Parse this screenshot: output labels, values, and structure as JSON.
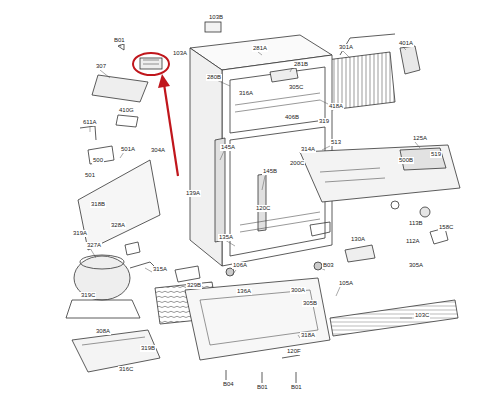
{
  "diagram": {
    "labels": [
      "103B",
      "B01",
      "281A",
      "301A",
      "401A",
      "103A",
      "307",
      "410G",
      "280B",
      "281B",
      "418A",
      "611A",
      "501A",
      "304A",
      "500",
      "501",
      "316A",
      "305C",
      "406B",
      "319",
      "145A",
      "145B",
      "513",
      "125A",
      "500B",
      "519",
      "200C",
      "314A",
      "120C",
      "139A",
      "318B",
      "319A",
      "328A",
      "327A",
      "315A",
      "135A",
      "106A",
      "B03",
      "105A",
      "130A",
      "113B",
      "112A",
      "158C",
      "103C",
      "136A",
      "329B",
      "300A",
      "305B",
      "318A",
      "120F",
      "B04",
      "B01",
      "B01",
      "316C",
      "308A",
      "319C",
      "319B",
      "305A"
    ]
  }
}
